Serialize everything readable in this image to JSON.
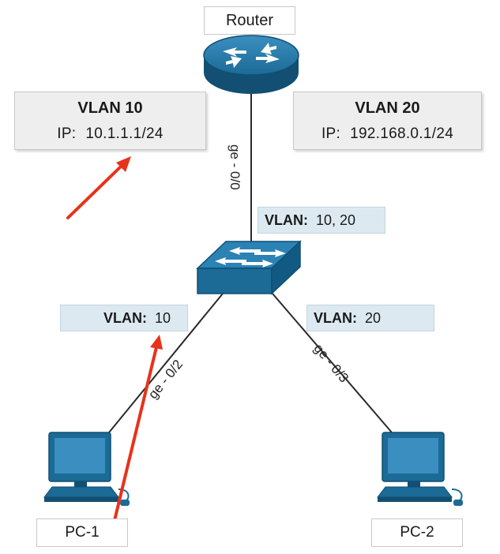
{
  "nodes": {
    "router": {
      "label": "Router"
    },
    "pc1": {
      "label": "PC-1"
    },
    "pc2": {
      "label": "PC-2"
    }
  },
  "interfaces": {
    "vlan10": {
      "title": "VLAN 10",
      "ip_prefix": "IP:",
      "ip": "10.1.1.1/24"
    },
    "vlan20": {
      "title": "VLAN 20",
      "ip_prefix": "IP:",
      "ip": "192.168.0.1/24"
    }
  },
  "links": {
    "router_switch": {
      "port": "ge - 0/0"
    },
    "switch_pc1": {
      "port": "ge - 0/2"
    },
    "switch_pc2": {
      "port": "ge - 0/3"
    }
  },
  "vlan_tags": {
    "trunk": {
      "key": "VLAN:",
      "value": "10, 20"
    },
    "pc1": {
      "key": "VLAN:",
      "value": "10"
    },
    "pc2": {
      "key": "VLAN:",
      "value": "20"
    }
  },
  "colors": {
    "device_blue": "#1c6a96",
    "device_dark": "#0f4f74",
    "annotation_arrow": "#e8321b"
  }
}
